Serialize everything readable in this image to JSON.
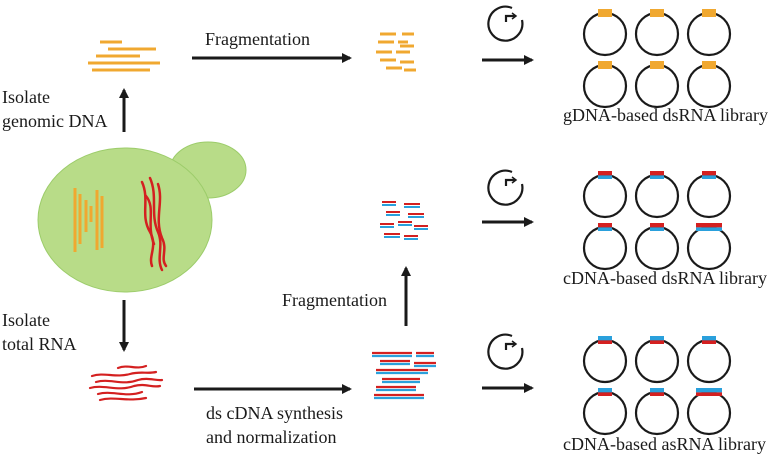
{
  "labels": {
    "fragmentation_top": "Fragmentation",
    "isolate_genomic_line1": "Isolate",
    "isolate_genomic_line2": "genomic DNA",
    "isolate_total_line1": "Isolate",
    "isolate_total_line2": "total RNA",
    "fragmentation_mid": "Fragmentation",
    "synthesis_line1": "ds cDNA synthesis",
    "synthesis_line2": "and normalization"
  },
  "libraries": [
    {
      "name": "gDNA-based dsRNA library"
    },
    {
      "name": "cDNA-based dsRNA library"
    },
    {
      "name": "cDNA-based asRNA library"
    }
  ],
  "colors": {
    "dna": "#f0a830",
    "rna": "#d42020",
    "cdna": "#2aa0dc",
    "cell": "#b8dc88",
    "ink": "#1a1a1a"
  }
}
